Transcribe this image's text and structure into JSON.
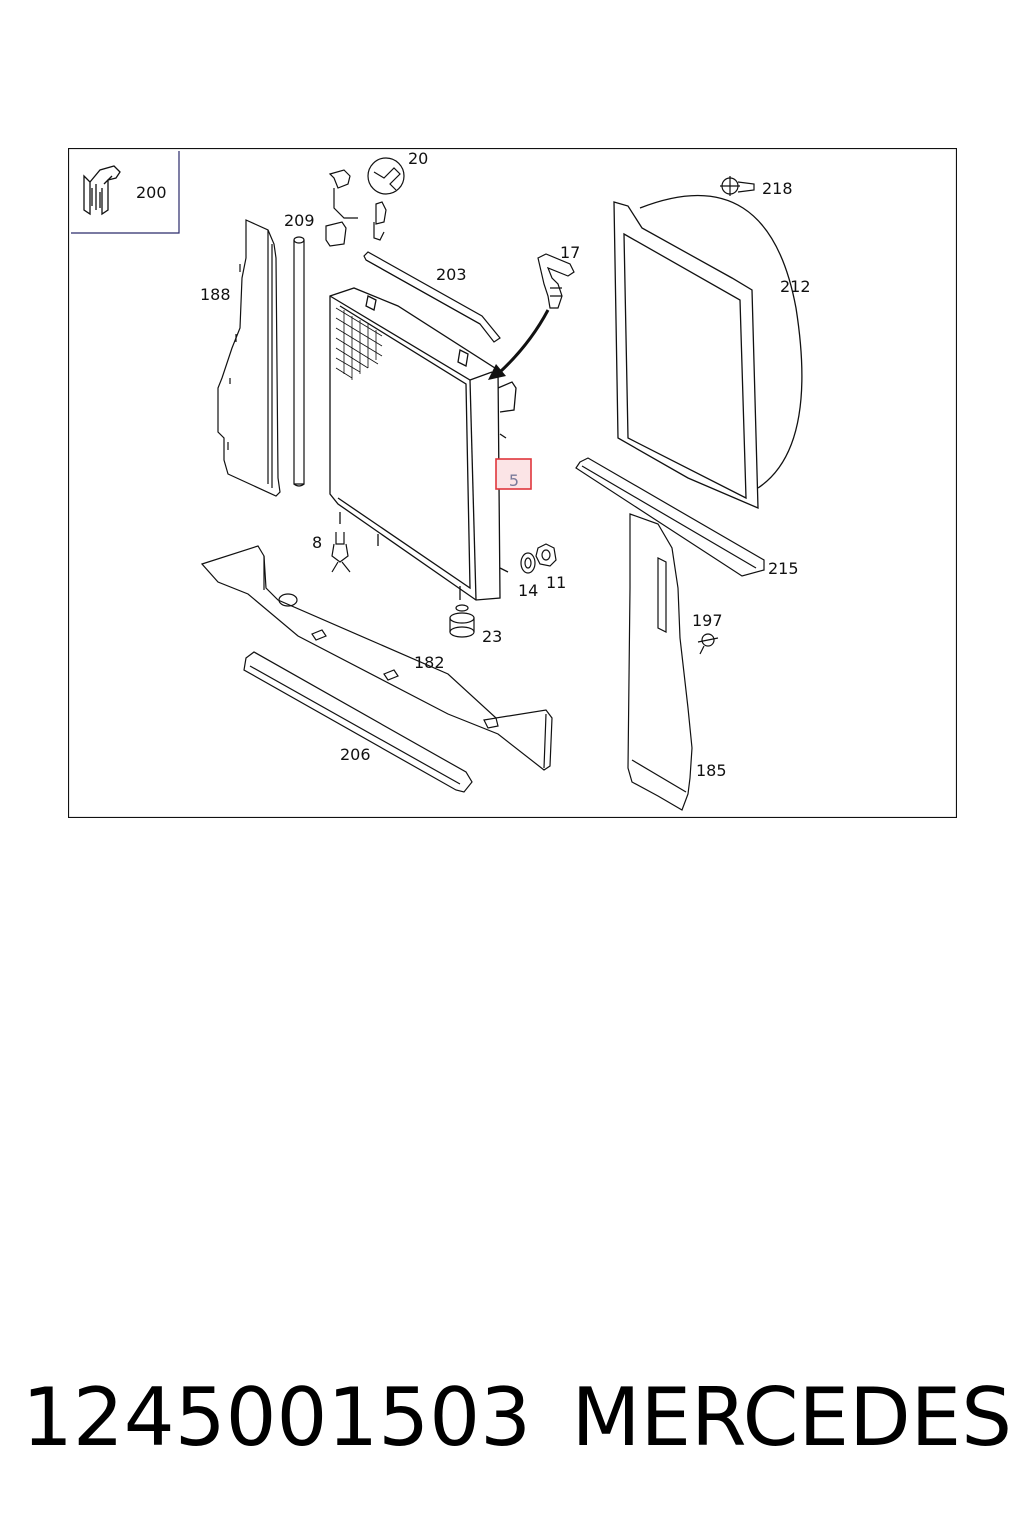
{
  "diagram": {
    "inset_label": "200",
    "callouts": {
      "c20": "20",
      "c209": "209",
      "c188": "188",
      "c203": "203",
      "c17": "17",
      "c218": "218",
      "c212": "212",
      "c5": "5",
      "c8": "8",
      "c14": "14",
      "c11": "11",
      "c23": "23",
      "c182": "182",
      "c215": "215",
      "c197": "197",
      "c185": "185",
      "c206": "206"
    },
    "highlighted_part": "5",
    "colors": {
      "highlight_border": "#e0363c",
      "highlight_fill": "#fbe4e6",
      "line": "#111111"
    }
  },
  "footer": {
    "part_number": "1245001503",
    "brand": "MERCEDES"
  }
}
